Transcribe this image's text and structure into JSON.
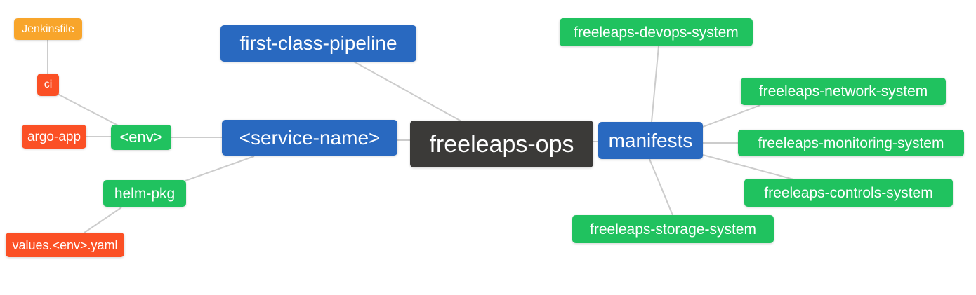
{
  "colors": {
    "blue": "#2969c0",
    "green": "#20c25f",
    "orange": "#f8a52b",
    "red": "#fb5025",
    "dark": "#3b3a38",
    "edge": "#cccccc",
    "text": "#ffffff"
  },
  "nodes": {
    "jenkinsfile": {
      "label": "Jenkinsfile"
    },
    "ci": {
      "label": "ci"
    },
    "argo_app": {
      "label": "argo-app"
    },
    "env": {
      "label": "<env>"
    },
    "service_name": {
      "label": "<service-name>"
    },
    "first_class_pipeline": {
      "label": "first-class-pipeline"
    },
    "freeleaps_ops": {
      "label": "freeleaps-ops"
    },
    "manifests": {
      "label": "manifests"
    },
    "devops_system": {
      "label": "freeleaps-devops-system"
    },
    "network_system": {
      "label": "freeleaps-network-system"
    },
    "monitoring_system": {
      "label": "freeleaps-monitoring-system"
    },
    "controls_system": {
      "label": "freeleaps-controls-system"
    },
    "storage_system": {
      "label": "freeleaps-storage-system"
    },
    "helm_pkg": {
      "label": "helm-pkg"
    },
    "values_yaml": {
      "label": "values.<env>.yaml"
    }
  },
  "edges": [
    {
      "from": "Jenkinsfile",
      "to": "ci"
    },
    {
      "from": "ci",
      "to": "<env>"
    },
    {
      "from": "argo-app",
      "to": "<env>"
    },
    {
      "from": "<env>",
      "to": "<service-name>"
    },
    {
      "from": "helm-pkg",
      "to": "<service-name>"
    },
    {
      "from": "values.<env>.yaml",
      "to": "helm-pkg"
    },
    {
      "from": "<service-name>",
      "to": "freeleaps-ops"
    },
    {
      "from": "first-class-pipeline",
      "to": "freeleaps-ops"
    },
    {
      "from": "freeleaps-ops",
      "to": "manifests"
    },
    {
      "from": "manifests",
      "to": "freeleaps-devops-system"
    },
    {
      "from": "manifests",
      "to": "freeleaps-network-system"
    },
    {
      "from": "manifests",
      "to": "freeleaps-monitoring-system"
    },
    {
      "from": "manifests",
      "to": "freeleaps-controls-system"
    },
    {
      "from": "manifests",
      "to": "freeleaps-storage-system"
    }
  ]
}
